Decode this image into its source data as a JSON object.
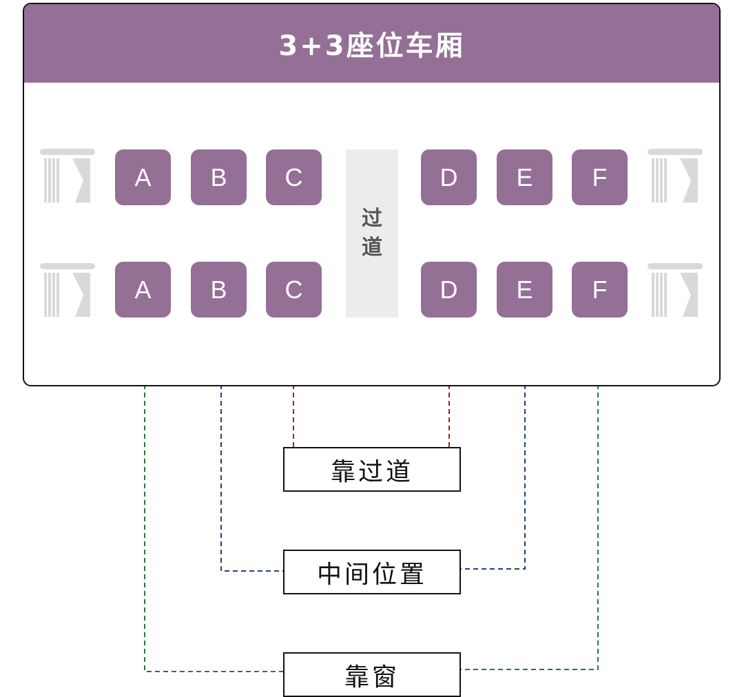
{
  "title": "3+3座位车厢",
  "aisle": {
    "chars": [
      "过",
      "道"
    ]
  },
  "rows": [
    {
      "seats": [
        "A",
        "B",
        "C",
        "D",
        "E",
        "F"
      ]
    },
    {
      "seats": [
        "A",
        "B",
        "C",
        "D",
        "E",
        "F"
      ]
    }
  ],
  "categories": [
    {
      "id": "aisle",
      "label": "靠过道",
      "seats": [
        "C",
        "D"
      ],
      "color": "#a61c1c"
    },
    {
      "id": "middle",
      "label": "中间位置",
      "seats": [
        "B",
        "E"
      ],
      "color": "#1f3f7a"
    },
    {
      "id": "window",
      "label": "靠窗",
      "seats": [
        "A",
        "F"
      ],
      "color": "#1e7a3a"
    }
  ],
  "colors": {
    "header": "#946f96",
    "seat": "#946f96",
    "aisle_bg": "#ececec",
    "window_icon": "#d9d9d9"
  },
  "icons": {
    "window": "window-curtain-icon"
  }
}
